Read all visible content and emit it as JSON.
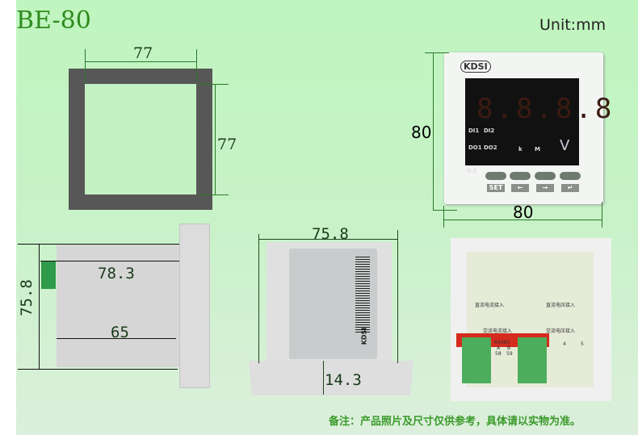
{
  "title": "BE-80",
  "unit": "Unit:mm",
  "cutout": {
    "width": "77",
    "height": "77"
  },
  "front": {
    "width": "80",
    "height": "80",
    "logo": "KDSI",
    "display": "8.8.8.8",
    "labels": {
      "di1": "DI1",
      "di2": "DI2",
      "do1": "DO1",
      "do2": "DO2",
      "k": "k",
      "m": "M",
      "unit": "V",
      "class": "0.5"
    },
    "buttons": [
      "SET",
      "←",
      "→",
      "↵"
    ]
  },
  "side": {
    "height": "75.8",
    "depth": "78.3",
    "body": "65"
  },
  "bottom": {
    "width": "75.8",
    "bezel": "14.3",
    "label_logo": "KDSI"
  },
  "back": {
    "rs485": "RS485",
    "a": "A",
    "b": "B",
    "t58": "58",
    "t59": "59",
    "t4": "4",
    "t5": "5",
    "dc_current": "直流电流接入",
    "dc_voltage": "直流电压接入",
    "ac_current": "交流电流接入",
    "ac_voltage": "交流电压接入"
  },
  "note": "备注：产品照片及尺寸仅供参考，具体请以实物为准。",
  "colors": {
    "title": "#2e8b1e",
    "background": "#bff5bf",
    "cutout": "#575757",
    "connector": "#4cae5c"
  }
}
